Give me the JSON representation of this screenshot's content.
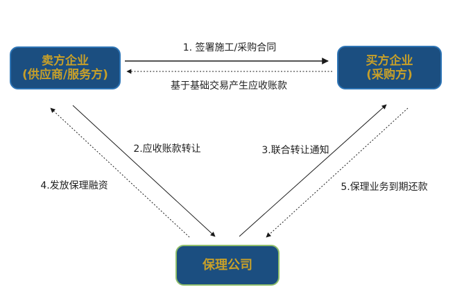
{
  "diagram": {
    "title": "factoring-business-flow",
    "nodes": {
      "seller": {
        "line1": "卖方企业",
        "line2": "(供应商/服务方)"
      },
      "buyer": {
        "line1": "买方企业",
        "line2": "(采购方)"
      },
      "factor": {
        "line1": "保理公司"
      }
    },
    "edges": {
      "contract": {
        "label": "1. 签署施工/采购合同",
        "style": "solid",
        "from": "seller",
        "to": "buyer"
      },
      "receivable": {
        "label": "基于基础交易产生应收账款",
        "style": "dotted",
        "from": "buyer",
        "to": "seller"
      },
      "transfer": {
        "label": "2.应收账款转让",
        "style": "solid",
        "from": "seller",
        "to": "factor"
      },
      "notice": {
        "label": "3.联合转让通知",
        "style": "solid",
        "from": "factor",
        "to": "buyer"
      },
      "financing": {
        "label": "4.发放保理融资",
        "style": "dotted",
        "from": "factor",
        "to": "seller"
      },
      "repayment": {
        "label": "5.保理业务到期还款",
        "style": "dotted",
        "from": "buyer",
        "to": "factor"
      }
    },
    "colors": {
      "node_fill": "#1B4E80",
      "node_border_blue": "#2E75B6",
      "node_border_green": "#8FBE6B",
      "node_text": "#C8A029",
      "edge_stroke": "#1a1a1a",
      "label_text": "#1f1f1f",
      "background": "#ffffff"
    }
  }
}
